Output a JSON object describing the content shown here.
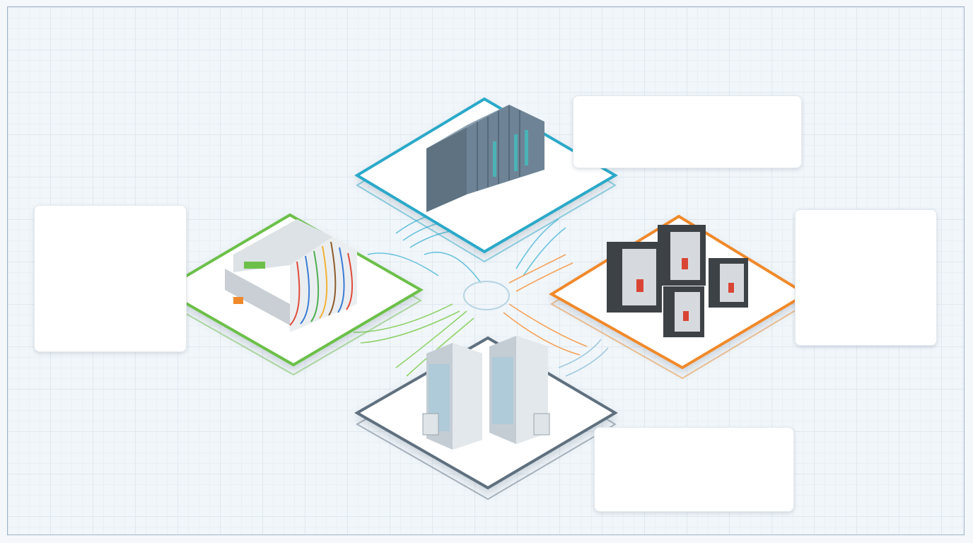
{
  "diagram": {
    "nodes": [
      {
        "id": "plc",
        "label": "",
        "icon": "plc-rack-icon",
        "accent": "#2aa9c9"
      },
      {
        "id": "io",
        "label": "",
        "icon": "io-terminal-block-icon",
        "accent": "#6cc04a"
      },
      {
        "id": "breakers",
        "label": "",
        "icon": "circuit-breaker-icon",
        "accent": "#f0892c"
      },
      {
        "id": "cabinets",
        "label": "",
        "icon": "electrical-cabinet-icon",
        "accent": "#5f6f7f"
      }
    ],
    "cards": [
      {
        "id": "card-top-right",
        "text": ""
      },
      {
        "id": "card-left",
        "text": ""
      },
      {
        "id": "card-right",
        "text": ""
      },
      {
        "id": "card-bottom-right",
        "text": ""
      }
    ]
  }
}
